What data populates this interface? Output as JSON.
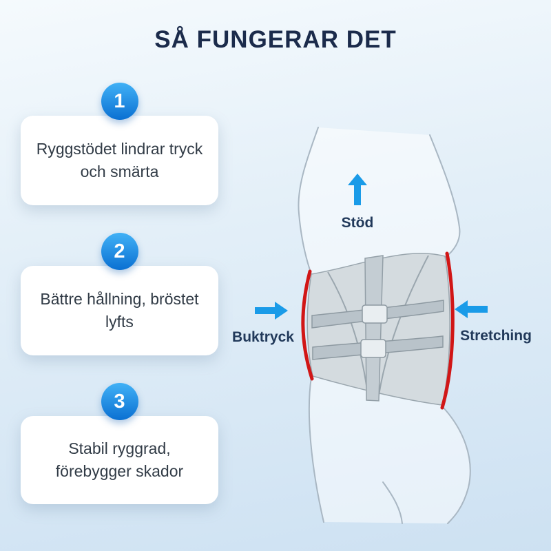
{
  "title": "SÅ FUNGERAR DET",
  "steps": [
    {
      "number": "1",
      "lines": [
        "Ryggstödet lindrar tryck",
        "och smärta"
      ]
    },
    {
      "number": "2",
      "lines": [
        "Bättre hållning, bröstet",
        "lyfts"
      ]
    },
    {
      "number": "3",
      "lines": [
        "Stabil ryggrad,",
        "förebygger skador"
      ]
    }
  ],
  "annotations": {
    "support": "Stöd",
    "pressure": "Buktryck",
    "stretching": "Stretching"
  },
  "colors": {
    "accent_blue": "#1a9be8",
    "badge_gradient_top": "#41b1f6",
    "badge_gradient_bottom": "#0b70d2",
    "title_color": "#1b2b4b",
    "red_seam": "#d11616",
    "card_background": "#ffffff",
    "background_top": "#f5fafd",
    "background_bottom": "#cde1f2"
  }
}
